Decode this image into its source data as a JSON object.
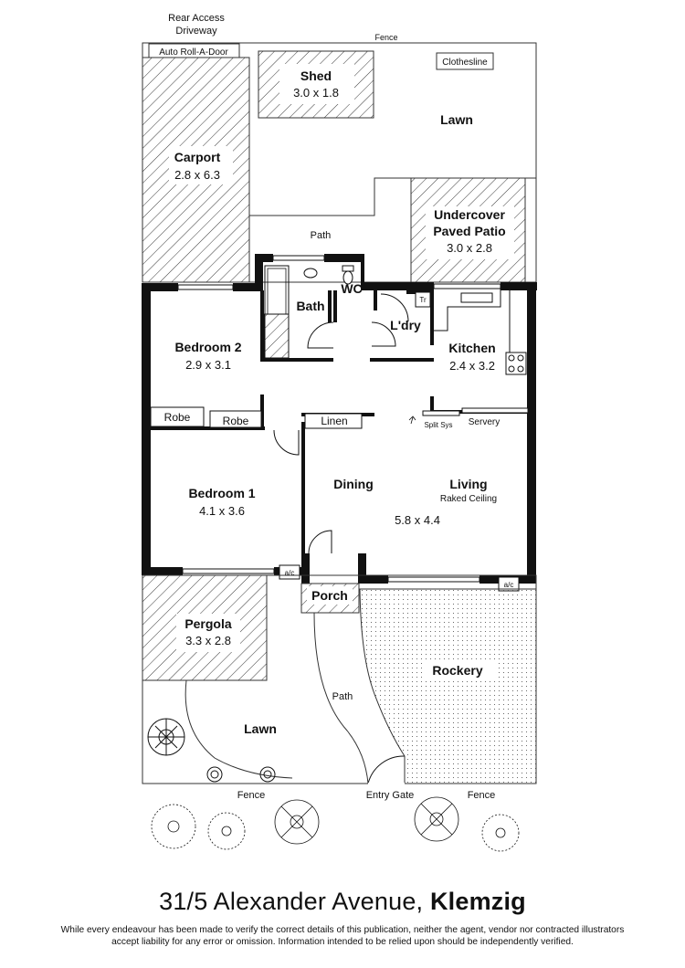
{
  "labels": {
    "rear_access_line1": "Rear Access",
    "rear_access_line2": "Driveway",
    "fence_top": "Fence",
    "roll_a_door": "Auto Roll-A-Door",
    "shed": "Shed",
    "shed_size": "3.0 x 1.8",
    "clothesline": "Clothesline",
    "lawn_rear": "Lawn",
    "carport": "Carport",
    "carport_size": "2.8 x 6.3",
    "path_rear": "Path",
    "patio_line1": "Undercover",
    "patio_line2": "Paved Patio",
    "patio_size": "3.0 x 2.8",
    "bath": "Bath",
    "wc": "WC",
    "laundry": "L'dry",
    "tr": "Tr",
    "kitchen": "Kitchen",
    "kitchen_size": "2.4 x 3.2",
    "bedroom2": "Bedroom 2",
    "bedroom2_size": "2.9 x 3.1",
    "robe_left": "Robe",
    "robe_right": "Robe",
    "linen": "Linen",
    "split_sys": "Split Sys",
    "servery": "Servery",
    "bedroom1": "Bedroom 1",
    "bedroom1_size": "4.1 x 3.6",
    "dining": "Dining",
    "living": "Living",
    "raked_ceiling": "Raked Ceiling",
    "living_size": "5.8 x 4.4",
    "ac_left": "a/c",
    "ac_right": "a/c",
    "porch": "Porch",
    "pergola": "Pergola",
    "pergola_size": "3.3 x 2.8",
    "rockery": "Rockery",
    "path_front": "Path",
    "lawn_front": "Lawn",
    "fence_bottom_left": "Fence",
    "entry_gate": "Entry Gate",
    "fence_bottom_right": "Fence"
  },
  "footer": {
    "address_street": "31/5 Alexander Avenue,",
    "address_suburb": "Klemzig",
    "disclaimer": "While every endeavour has been made to verify the correct details of this publication, neither the agent, vendor nor contracted illustrators accept liability for any error or omission. Information intended to be relied upon should be independently verified."
  }
}
